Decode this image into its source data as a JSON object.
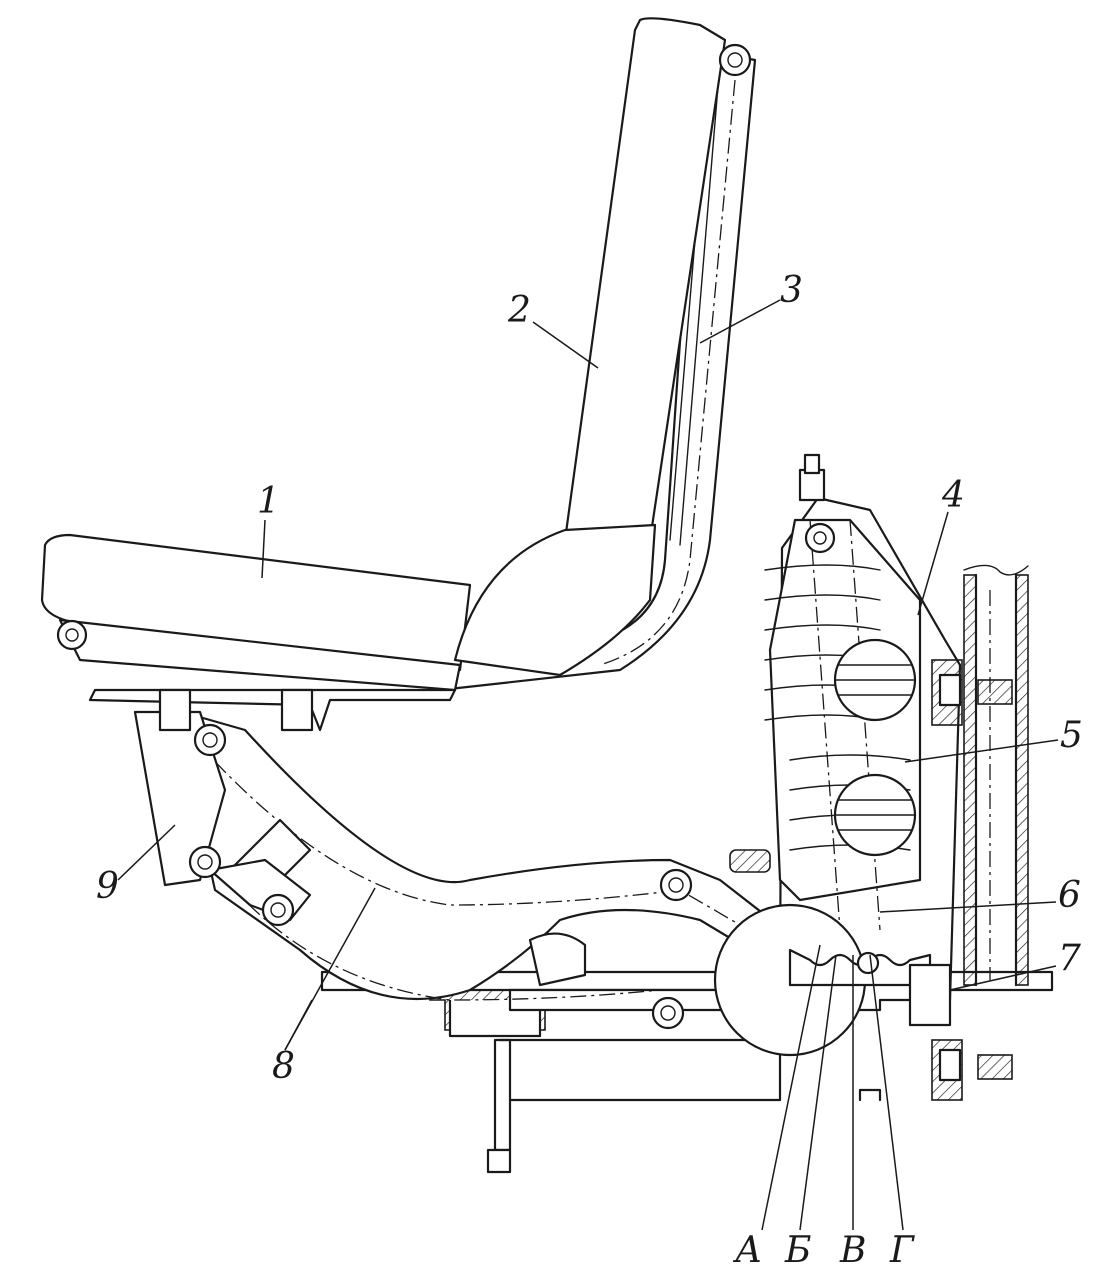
{
  "diagram": {
    "callouts": [
      {
        "id": "1",
        "text": "1"
      },
      {
        "id": "2",
        "text": "2"
      },
      {
        "id": "3",
        "text": "3"
      },
      {
        "id": "4",
        "text": "4"
      },
      {
        "id": "5",
        "text": "5"
      },
      {
        "id": "6",
        "text": "6"
      },
      {
        "id": "7",
        "text": "7"
      },
      {
        "id": "8",
        "text": "8"
      },
      {
        "id": "9",
        "text": "9"
      }
    ],
    "positions": [
      {
        "id": "A",
        "text": "А"
      },
      {
        "id": "B",
        "text": "Б"
      },
      {
        "id": "V",
        "text": "В"
      },
      {
        "id": "G",
        "text": "Г"
      }
    ]
  }
}
